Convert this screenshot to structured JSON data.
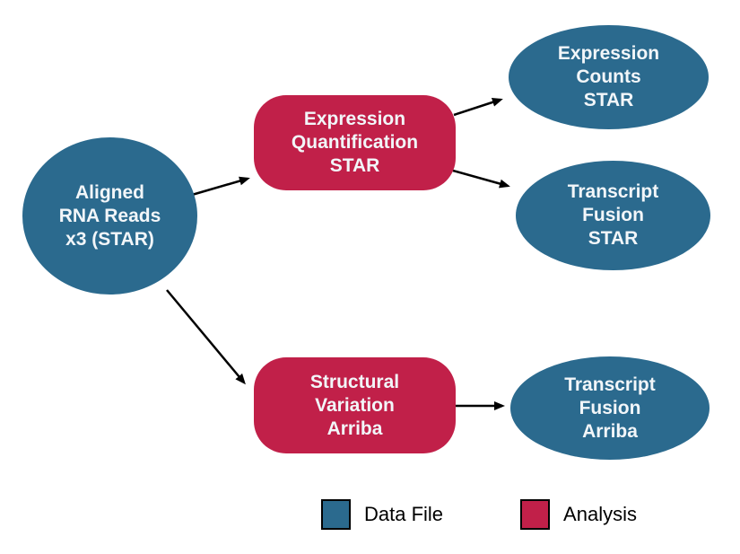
{
  "diagram": {
    "description": "RNA expression workflow diagram",
    "colors": {
      "data_file": "#2b6a8e",
      "analysis": "#c12049",
      "arrow": "#000000",
      "background": "#ffffff",
      "node_text": "#f2f6f9",
      "legend_text": "#000000"
    },
    "nodes": [
      {
        "id": "aligned-rna-reads",
        "type": "data-file",
        "shape": "circle",
        "label": "Aligned\nRNA Reads\nx3 (STAR)"
      },
      {
        "id": "expression-quantification-star",
        "type": "analysis",
        "shape": "rounded-rect",
        "label": "Expression\nQuantification\nSTAR"
      },
      {
        "id": "expression-counts-star",
        "type": "data-file",
        "shape": "ellipse",
        "label": "Expression\nCounts\nSTAR"
      },
      {
        "id": "transcript-fusion-star",
        "type": "data-file",
        "shape": "ellipse",
        "label": "Transcript\nFusion\nSTAR"
      },
      {
        "id": "structural-variation-arriba",
        "type": "analysis",
        "shape": "rounded-rect",
        "label": "Structural\nVariation\nArriba"
      },
      {
        "id": "transcript-fusion-arriba",
        "type": "data-file",
        "shape": "ellipse",
        "label": "Transcript\nFusion\nArriba"
      }
    ],
    "edges": [
      {
        "from": "aligned-rna-reads",
        "to": "expression-quantification-star"
      },
      {
        "from": "aligned-rna-reads",
        "to": "structural-variation-arriba"
      },
      {
        "from": "expression-quantification-star",
        "to": "expression-counts-star"
      },
      {
        "from": "expression-quantification-star",
        "to": "transcript-fusion-star"
      },
      {
        "from": "structural-variation-arriba",
        "to": "transcript-fusion-arriba"
      }
    ],
    "legend": {
      "items": [
        {
          "label": "Data File",
          "color": "#2b6a8e"
        },
        {
          "label": "Analysis",
          "color": "#c12049"
        }
      ]
    }
  }
}
